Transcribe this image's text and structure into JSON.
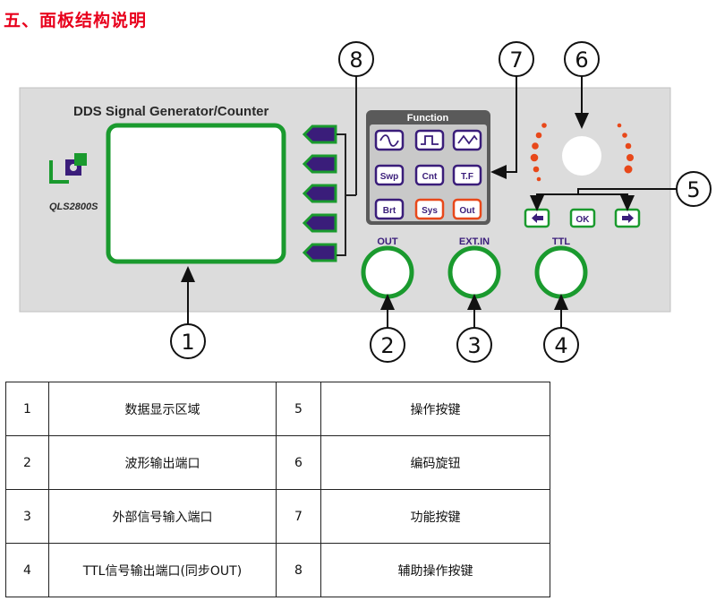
{
  "heading": "五、面板结构说明",
  "panel": {
    "title": "DDS  Signal Generator/Counter",
    "model": "QLS2800S",
    "function_title": "Function",
    "function_keys": [
      "Swp",
      "Cnt",
      "T.F",
      "Brt",
      "Sys",
      "Out"
    ],
    "port_labels": {
      "out": "OUT",
      "ext_in": "EXT.IN",
      "ttl": "TTL"
    },
    "ok_label": "OK"
  },
  "callouts": [
    "1",
    "2",
    "3",
    "4",
    "5",
    "6",
    "7",
    "8"
  ],
  "legend": {
    "rows": [
      {
        "n1": "1",
        "d1": "数据显示区域",
        "n2": "5",
        "d2": "操作按键"
      },
      {
        "n1": "2",
        "d1": "波形输出端口",
        "n2": "6",
        "d2": "编码旋钮"
      },
      {
        "n1": "3",
        "d1": "外部信号输入端口",
        "n2": "7",
        "d2": "功能按键"
      },
      {
        "n1": "4",
        "d1": "TTL信号输出端口(同步OUT)",
        "n2": "8",
        "d2": "辅助操作按键"
      }
    ]
  },
  "colors": {
    "panel_bg": "#dcdcdc",
    "green": "#1a9a2e",
    "purple": "#3a1d7a",
    "orange": "#e8481a",
    "function_bg": "#5a5a5a",
    "heading": "#e8001c"
  },
  "icons": [
    "sine-wave-icon",
    "square-wave-icon",
    "triangle-wave-icon",
    "left-arrow-icon",
    "right-arrow-icon",
    "logo-icon"
  ]
}
